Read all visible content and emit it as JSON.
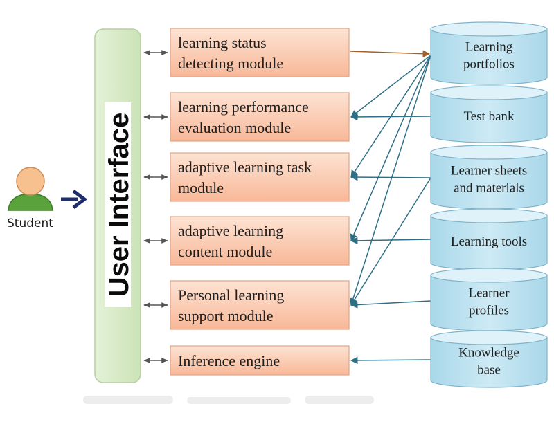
{
  "student": {
    "label": "Student"
  },
  "user_interface": {
    "label": "User Interface"
  },
  "modules": [
    {
      "id": "status",
      "lines": [
        "learning status",
        "detecting module"
      ]
    },
    {
      "id": "performance",
      "lines": [
        "learning performance",
        "evaluation module"
      ]
    },
    {
      "id": "task",
      "lines": [
        "adaptive learning task",
        "module"
      ]
    },
    {
      "id": "content",
      "lines": [
        "adaptive learning",
        "content module"
      ]
    },
    {
      "id": "support",
      "lines": [
        "Personal learning",
        "support module"
      ]
    },
    {
      "id": "inference",
      "lines": [
        "Inference engine"
      ]
    }
  ],
  "databases": [
    {
      "id": "portfolios",
      "lines": [
        "Learning",
        "portfolios"
      ]
    },
    {
      "id": "testbank",
      "lines": [
        "Test bank"
      ]
    },
    {
      "id": "sheets",
      "lines": [
        "Learner sheets",
        "and materials"
      ]
    },
    {
      "id": "tools",
      "lines": [
        "Learning tools"
      ]
    },
    {
      "id": "profiles",
      "lines": [
        "Learner",
        "profiles"
      ]
    },
    {
      "id": "kb",
      "lines": [
        "Knowledge",
        "base"
      ]
    }
  ],
  "colors": {
    "module_fill_top": "#fde3d3",
    "module_fill_bottom": "#f8b898",
    "module_stroke": "#e0a487",
    "db_fill": "#bfe3f0",
    "db_top": "#dff2f9",
    "db_stroke": "#7fb3c9",
    "ui_fill": "#d7ebc6",
    "ui_stroke": "#b4cfa0",
    "arrow_teal": "#2f6f86",
    "arrow_brown": "#a0602a",
    "arrow_gray": "#555555",
    "student_arrow": "#1f2f6e"
  }
}
